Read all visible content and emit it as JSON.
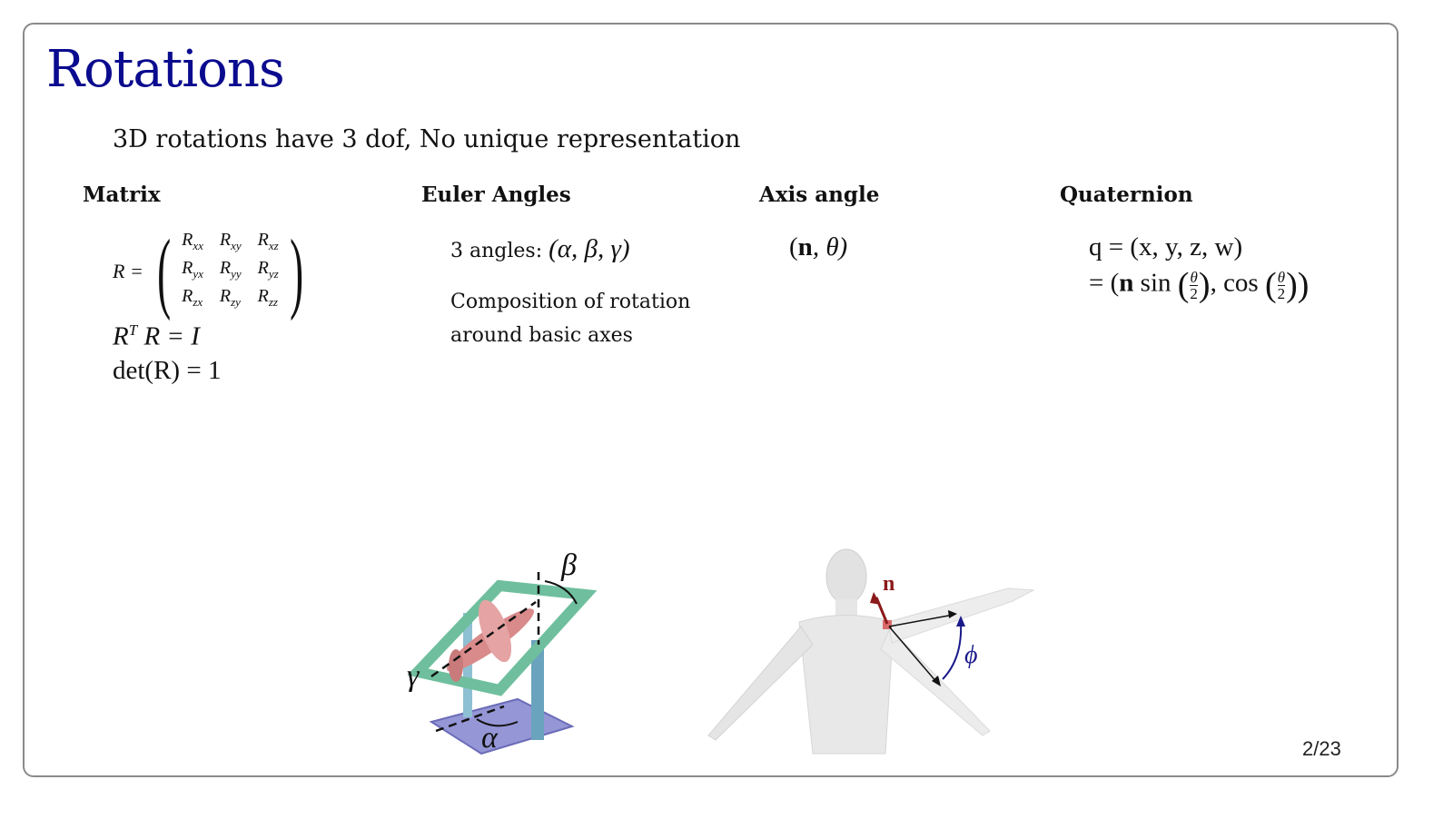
{
  "slide": {
    "title": "Rotations",
    "subtitle": "3D rotations have 3 dof, No unique representation",
    "page_number": "2/23"
  },
  "columns": {
    "matrix": {
      "heading": "Matrix",
      "lhs": "R =",
      "cells": [
        [
          "R",
          "xx",
          "R",
          "xy",
          "R",
          "xz"
        ],
        [
          "R",
          "yx",
          "R",
          "yy",
          "R",
          "yz"
        ],
        [
          "R",
          "zx",
          "R",
          "zy",
          "R",
          "zz"
        ]
      ],
      "entries": [
        [
          "xx",
          "xy",
          "xz"
        ],
        [
          "yx",
          "yy",
          "yz"
        ],
        [
          "zx",
          "zy",
          "zz"
        ]
      ],
      "orthogonality": {
        "base": "R",
        "sup": "T",
        "rest": " R = I"
      },
      "determinant": "det(R) = 1"
    },
    "euler": {
      "heading": "Euler Angles",
      "angles_label": "3 angles:",
      "angles_math": "(α, β, γ)",
      "description_line1": "Composition of rotation",
      "description_line2": "around basic axes"
    },
    "axis_angle": {
      "heading": "Axis angle",
      "n": "n",
      "rest": ", θ)",
      "open": "("
    },
    "quaternion": {
      "heading": "Quaternion",
      "line1": "q = (x, y, z, w)",
      "line2_prefix": "= (",
      "n": "n",
      "sin": " sin ",
      "cos": ", cos ",
      "theta": "θ",
      "two": "2"
    }
  },
  "figures": {
    "gimbal": {
      "labels": {
        "alpha": "α",
        "beta": "β",
        "gamma": "γ"
      }
    },
    "human": {
      "labels": {
        "n": "n",
        "phi": "ϕ"
      }
    }
  },
  "colors": {
    "title": "#0b0b8f",
    "gimbal_frame": "#6fbf9e",
    "gimbal_post": "#6aa3bd",
    "gimbal_base": "#8d8fd0",
    "plane": "#d98a8a",
    "axis_n": "#8b1a1a",
    "arc_phi": "#1a1a8b"
  }
}
